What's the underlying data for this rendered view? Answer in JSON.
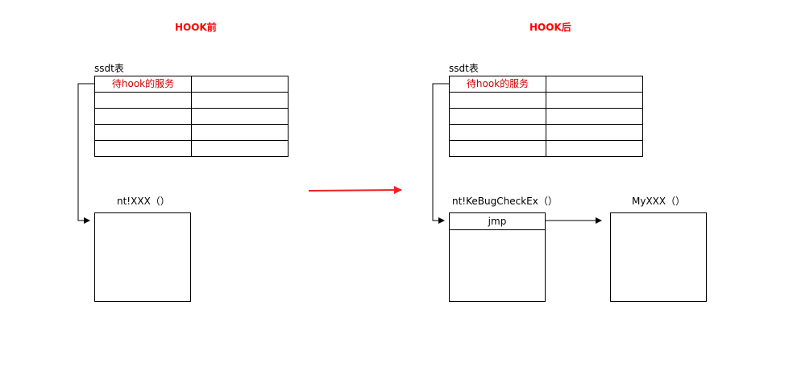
{
  "before": {
    "title": "HOOK前",
    "table_label": "ssdt表",
    "table_rows": [
      "待hook的服务",
      "",
      "",
      "",
      ""
    ],
    "func_label": "nt!XXX（）"
  },
  "after": {
    "title": "HOOK后",
    "table_label": "ssdt表",
    "table_rows": [
      "待hook的服务",
      "",
      "",
      "",
      ""
    ],
    "func_label": "nt!KeBugCheckEx（）",
    "jmp_label": "jmp",
    "hook_label": "MyXXX（）"
  },
  "colors": {
    "title": "#ff0000",
    "service_text": "#cc0000",
    "transition_arrow": "#ee2222"
  }
}
